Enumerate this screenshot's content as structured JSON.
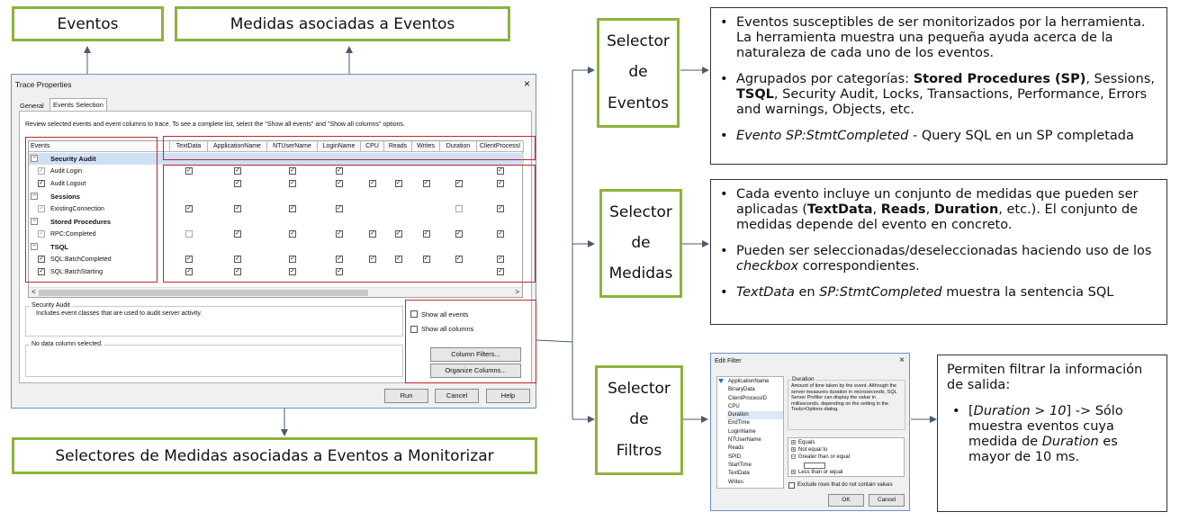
{
  "labels": {
    "eventos": "Eventos",
    "medidas": "Medidas asociadas a Eventos",
    "selectores": "Selectores de Medidas asociadas a Eventos a Monitorizar"
  },
  "selectors": [
    {
      "l1": "Selector",
      "l2": "de",
      "l3": "Eventos"
    },
    {
      "l1": "Selector",
      "l2": "de",
      "l3": "Medidas"
    },
    {
      "l1": "Selector",
      "l2": "de",
      "l3": "Filtros"
    }
  ],
  "desc_eventos": {
    "b1": "Eventos susceptibles de ser monitorizados por la herramienta. La herramienta muestra una pequeña ayuda acerca de la naturaleza de cada uno de los eventos.",
    "b2_pre": "Agrupados por categorías: ",
    "b2_sp": "Stored Procedures (SP)",
    "b2_mid": ", Sessions, ",
    "b2_tsql": "TSQL",
    "b2_post": ", Security Audit, Locks, Transactions, Performance, Errors and warnings, Objects, etc.",
    "b3_it": "Evento SP:StmtCompleted",
    "b3_post": " - Query SQL en un SP completada"
  },
  "desc_medidas": {
    "b1_pre": "Cada evento incluye un conjunto de medidas que pueden ser aplicadas (",
    "b1_td": "TextData",
    "b1_c1": ", ",
    "b1_rd": "Reads",
    "b1_c2": ", ",
    "b1_du": "Duration",
    "b1_post": ", etc.). El conjunto de medidas depende del evento en concreto.",
    "b2_pre": "Pueden ser seleccionadas/deseleccionadas haciendo uso de los ",
    "b2_it": "checkbox",
    "b2_post": " correspondientes.",
    "b3_it1": "TextData",
    "b3_mid": " en ",
    "b3_it2": "SP:StmtCompleted",
    "b3_post": " muestra la sentencia SQL"
  },
  "desc_filtros": {
    "intro": "Permiten filtrar la información de salida:",
    "b1_pre": "[",
    "b1_it": "Duration > 10",
    "b1_mid": "] -> Sólo muestra eventos cuya medida de ",
    "b1_it2": "Duration",
    "b1_post": " es mayor de 10 ms."
  },
  "trace": {
    "title": "Trace Properties",
    "close": "×",
    "tab_general": "General",
    "tab_events": "Events Selection",
    "instructions": "Review selected events and event columns to trace. To see a complete list, select the \"Show all events\" and \"Show all columns\" options.",
    "columns": [
      "Events",
      "TextData",
      "ApplicationName",
      "NTUserName",
      "LoginName",
      "CPU",
      "Reads",
      "Writes",
      "Duration",
      "ClientProcessI"
    ],
    "rows": [
      {
        "type": "cat",
        "name": "Security Audit",
        "expander": "−"
      },
      {
        "type": "ev",
        "name": "Audit Login"
      },
      {
        "type": "ev",
        "name": "Audit Logout"
      },
      {
        "type": "cat",
        "name": "Sessions",
        "expander": "−"
      },
      {
        "type": "ev",
        "name": "ExistingConnection"
      },
      {
        "type": "cat",
        "name": "Stored Procedures",
        "expander": "−"
      },
      {
        "type": "ev",
        "name": "RPC:Completed"
      },
      {
        "type": "cat",
        "name": "TSQL",
        "expander": "−"
      },
      {
        "type": "ev",
        "name": "SQL:BatchCompleted"
      },
      {
        "type": "ev",
        "name": "SQL:BatchStarting"
      }
    ],
    "sec_title": "Security Audit",
    "sec_desc": "Includes event classes that are used to audit server activity.",
    "nodata": "No data column selected.",
    "show_events": "Show all events",
    "show_columns": "Show all columns",
    "col_filters": "Column Filters...",
    "org_columns": "Organize Columns...",
    "run": "Run",
    "cancel": "Cancel",
    "help": "Help",
    "scroll_left": "<",
    "scroll_right": ">"
  },
  "filter": {
    "title": "Edit Filter",
    "close": "×",
    "columns": [
      "ApplicationName",
      "BinaryData",
      "ClientProcessID",
      "CPU",
      "Duration",
      "EndTime",
      "LoginName",
      "NTUserName",
      "Reads",
      "SPID",
      "StartTime",
      "TextData",
      "Writes"
    ],
    "selected": "Duration",
    "group_title": "Duration",
    "help": "Amount of time taken by the event. Although the server measures duration in microseconds, SQL Server Profiler can display the value in milliseconds, depending on the setting in the Tools>Options dialog.",
    "ops": [
      "Equals",
      "Not equal to",
      "Greater than or equal",
      "Less than or equal"
    ],
    "exclude": "Exclude rows that do not contain values",
    "ok": "OK",
    "cancel": "Cancel"
  }
}
